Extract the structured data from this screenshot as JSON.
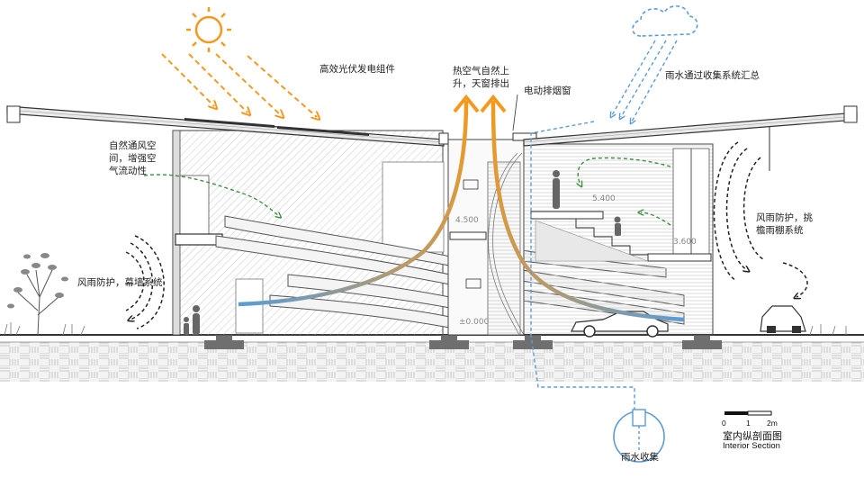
{
  "labels": {
    "solar": "高效光伏发电组件",
    "hot_air_line1": "热空气自然上",
    "hot_air_line2": "升，天窗排出",
    "smoke_window": "电动排烟窗",
    "rainwater_collect": "雨水通过收集系统汇总",
    "natural_vent_line1": "自然通风空",
    "natural_vent_line2": "间，增强空",
    "natural_vent_line3": "气流动性",
    "wind_left": "风雨防护，幕墙系统",
    "wind_right_line1": "风雨防护，挑",
    "wind_right_line2": "檐雨棚系统",
    "rain_tank": "雨水收集"
  },
  "elevations": {
    "e4500": "4.500",
    "e5400": "5.400",
    "e3600": "3.600",
    "e0000": "±0.000"
  },
  "scale_bar": {
    "t0": "0",
    "t1": "1",
    "t2": "2m"
  },
  "title": {
    "cn": "室内纵剖面图",
    "en": "Interior Section"
  },
  "colors": {
    "sun": "#f39a1e",
    "airflow_hot": "#f39a1e",
    "airflow_cool": "#5b9bd5",
    "rain": "#5b9bd5",
    "vent": "#3f8f3f",
    "line": "#333333"
  }
}
